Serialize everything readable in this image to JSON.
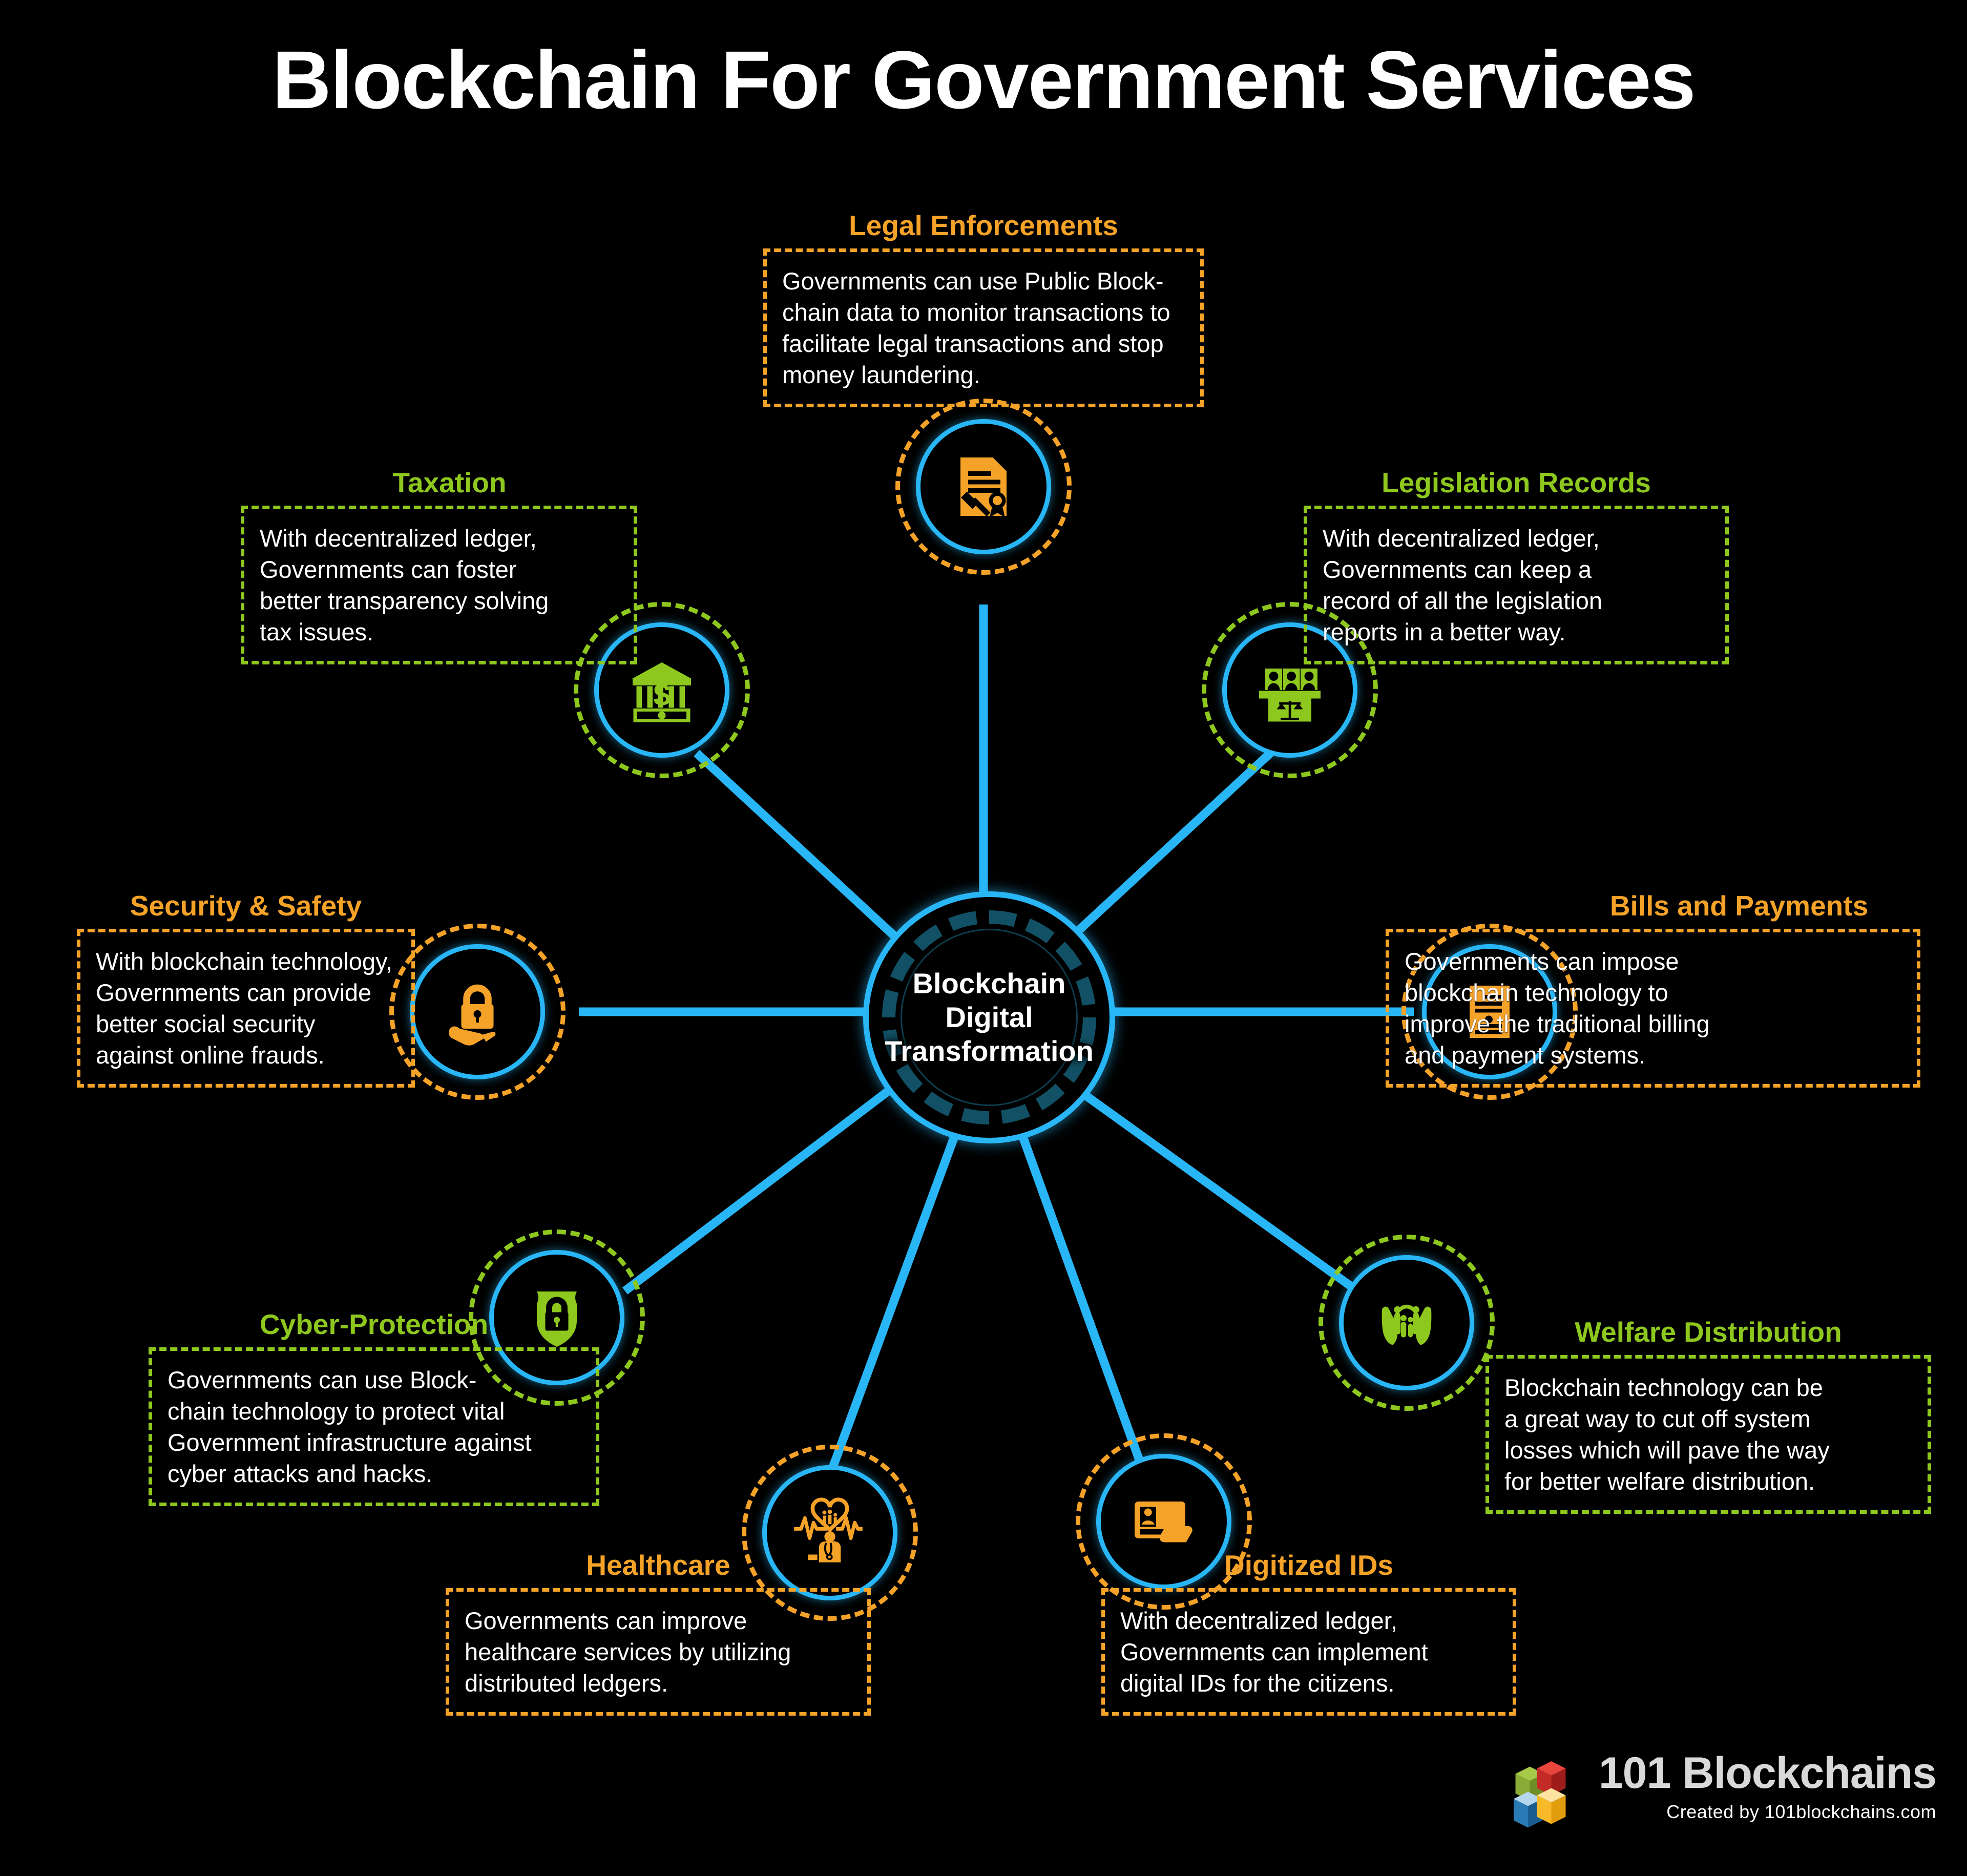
{
  "title": "Blockchain For Government Services",
  "hub": {
    "line1": "Blockchain",
    "line2": "Digital",
    "line3": "Transformation"
  },
  "colors": {
    "orange": "#f5a228",
    "green": "#8ec81e",
    "cyan": "#29b6f6",
    "background": "#000000",
    "text": "#ffffff"
  },
  "nodes": [
    {
      "key": "legal-enforcements",
      "title": "Legal Enforcements",
      "body": "Governments can use Public Block-chain data to monitor transactions to facilitate legal transactions and stop money laundering.",
      "accent": "orange",
      "icon": "legal-document-gavel-icon"
    },
    {
      "key": "taxation",
      "title": "Taxation",
      "body": "With decentralized ledger, Governments can foster better transparency solving tax issues.",
      "accent": "green",
      "icon": "bank-dollar-banknote-icon"
    },
    {
      "key": "legislation-records",
      "title": "Legislation Records",
      "body": "With decentralized ledger, Governments can keep a record of all the legislation reports in a better way.",
      "accent": "green",
      "icon": "court-bench-scales-icon"
    },
    {
      "key": "security-and-safety",
      "title": "Security & Safety",
      "body": "With blockchain technology, Governments can provide better social security against online frauds.",
      "accent": "orange",
      "icon": "padlock-on-hand-icon"
    },
    {
      "key": "bills-and-payments",
      "title": "Bills and Payments",
      "body": "Governments can impose blockchain technology to improve the traditional billing and payment systems.",
      "accent": "orange",
      "icon": "invoice-bill-icon"
    },
    {
      "key": "cyber-protection",
      "title": "Cyber-Protection",
      "body": "Governments can use Block-chain technology to protect vital Government infrastructure against cyber attacks and hacks.",
      "accent": "green",
      "icon": "shield-lock-icon"
    },
    {
      "key": "welfare-distribution",
      "title": "Welfare Distribution",
      "body": "Blockchain technology can be a great way to cut off system losses which will pave the way for better welfare distribution.",
      "accent": "green",
      "icon": "hands-family-icon"
    },
    {
      "key": "healthcare",
      "title": "Healthcare",
      "body": "Governments can improve healthcare services by utilizing distributed ledgers.",
      "accent": "orange",
      "icon": "heartbeat-doctor-icon"
    },
    {
      "key": "digitized-ids",
      "title": "Digitized IDs",
      "body": "With decentralized ledger, Governments can implement digital IDs for the citizens.",
      "accent": "orange",
      "icon": "id-card-hand-icon"
    }
  ],
  "cards": {
    "legal_enforcements": {
      "title": "Legal Enforcements",
      "lines": [
        "Governments can use Public Block-",
        "chain data to monitor transactions to",
        "facilitate legal transactions and stop",
        "money laundering."
      ]
    },
    "taxation": {
      "title": "Taxation",
      "lines": [
        "With decentralized ledger,",
        "Governments can foster",
        "better transparency solving",
        "tax issues."
      ]
    },
    "legislation_records": {
      "title": "Legislation Records",
      "lines": [
        "With decentralized ledger,",
        "Governments can keep a",
        "record of all the legislation",
        "reports in a better way."
      ]
    },
    "security_and_safety": {
      "title": "Security & Safety",
      "lines": [
        "With blockchain technology,",
        "Governments can provide",
        "better social security",
        "against online frauds."
      ]
    },
    "bills_and_payments": {
      "title": "Bills and Payments",
      "lines": [
        "Governments can impose",
        "blockchain technology to",
        "improve the traditional billing",
        "and payment systems."
      ]
    },
    "cyber_protection": {
      "title": "Cyber-Protection",
      "lines": [
        "Governments can use Block-",
        "chain technology to protect vital",
        "Government infrastructure against",
        "cyber attacks and hacks."
      ]
    },
    "welfare_distribution": {
      "title": "Welfare Distribution",
      "lines": [
        "Blockchain technology can be",
        "a great way to cut off system",
        "losses which will pave the way",
        "for better welfare distribution."
      ]
    },
    "healthcare": {
      "title": "Healthcare",
      "lines": [
        "Governments can improve",
        "healthcare services by utilizing",
        "distributed ledgers."
      ]
    },
    "digitized_ids": {
      "title": "Digitized IDs",
      "lines": [
        "With decentralized ledger,",
        "Governments can implement",
        "digital IDs for the citizens."
      ]
    }
  },
  "footer": {
    "brand": "101 Blockchains",
    "credit": "Created by 101blockchains.com"
  }
}
